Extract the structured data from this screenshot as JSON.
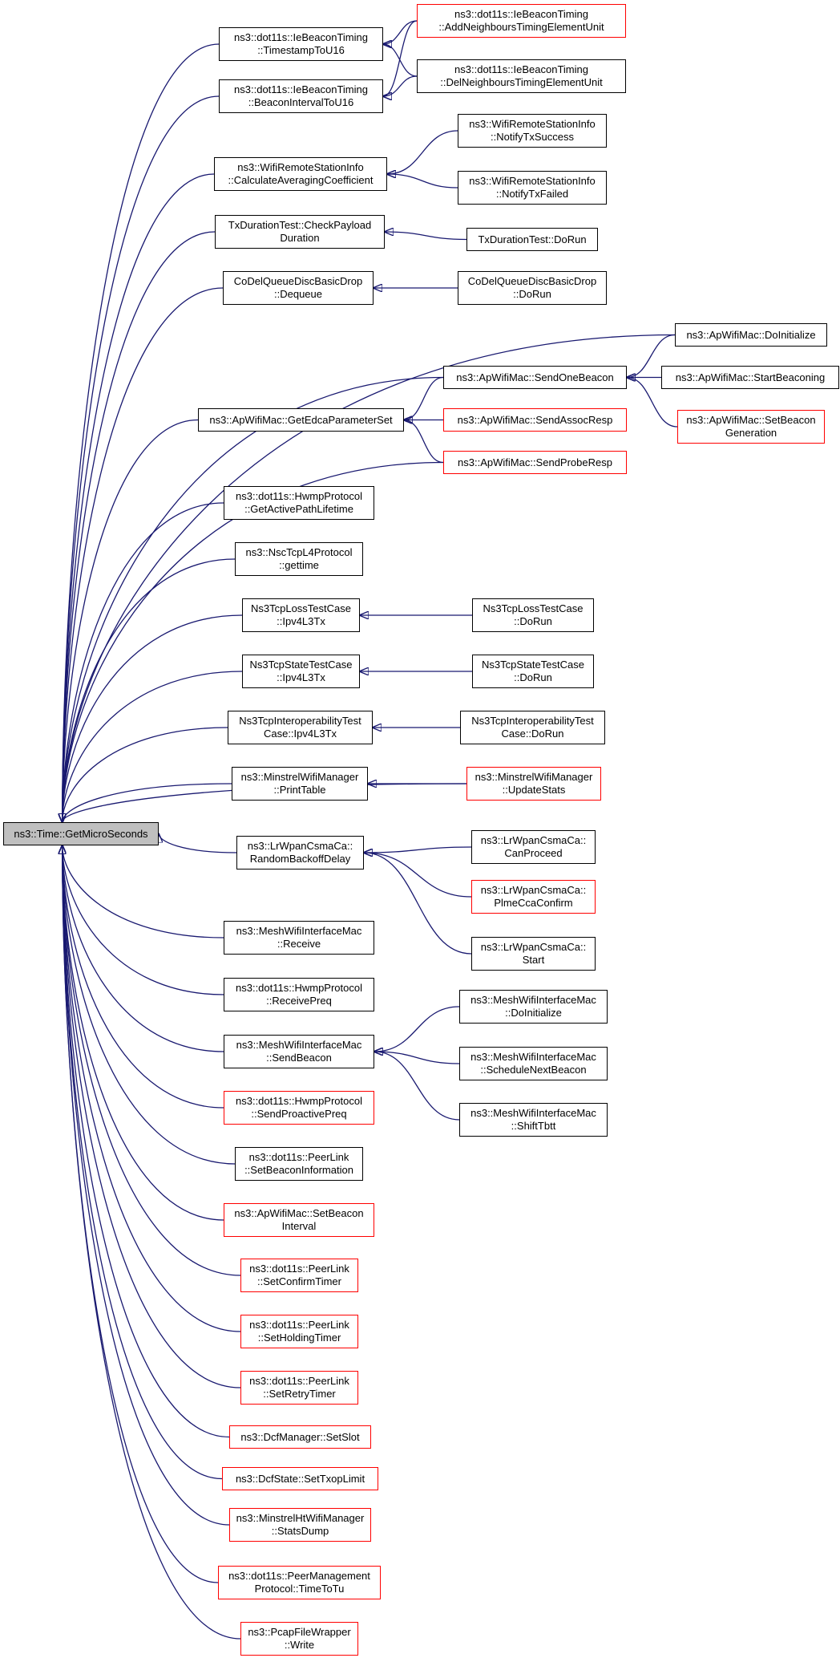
{
  "colors": {
    "edge": "#191970",
    "normal_border": "#000000",
    "truncated_border": "#ff0000",
    "root_fill": "#bfbfbf",
    "background": "#ffffff"
  },
  "nodes": [
    {
      "id": "root",
      "lines": [
        "ns3::Time::GetMicroSeconds"
      ],
      "style": "root"
    },
    {
      "id": "ts16",
      "lines": [
        "ns3::dot11s::IeBeaconTiming",
        "::TimestampToU16"
      ],
      "style": "normal"
    },
    {
      "id": "bi16",
      "lines": [
        "ns3::dot11s::IeBeaconTiming",
        "::BeaconIntervalToU16"
      ],
      "style": "normal"
    },
    {
      "id": "addn",
      "lines": [
        "ns3::dot11s::IeBeaconTiming",
        "::AddNeighboursTimingElementUnit"
      ],
      "style": "red"
    },
    {
      "id": "deln",
      "lines": [
        "ns3::dot11s::IeBeaconTiming",
        "::DelNeighboursTimingElementUnit"
      ],
      "style": "normal"
    },
    {
      "id": "cac",
      "lines": [
        "ns3::WifiRemoteStationInfo",
        "::CalculateAveragingCoefficient"
      ],
      "style": "normal"
    },
    {
      "id": "ntxs",
      "lines": [
        "ns3::WifiRemoteStationInfo",
        "::NotifyTxSuccess"
      ],
      "style": "normal"
    },
    {
      "id": "ntxf",
      "lines": [
        "ns3::WifiRemoteStationInfo",
        "::NotifyTxFailed"
      ],
      "style": "normal"
    },
    {
      "id": "txcp",
      "lines": [
        "TxDurationTest::CheckPayload",
        "Duration"
      ],
      "style": "normal"
    },
    {
      "id": "txrun",
      "lines": [
        "TxDurationTest::DoRun"
      ],
      "style": "normal"
    },
    {
      "id": "cdq",
      "lines": [
        "CoDelQueueDiscBasicDrop",
        "::Dequeue"
      ],
      "style": "normal"
    },
    {
      "id": "cdrun",
      "lines": [
        "CoDelQueueDiscBasicDrop",
        "::DoRun"
      ],
      "style": "normal"
    },
    {
      "id": "apinit",
      "lines": [
        "ns3::ApWifiMac::DoInitialize"
      ],
      "style": "normal"
    },
    {
      "id": "apsob",
      "lines": [
        "ns3::ApWifiMac::SendOneBeacon"
      ],
      "style": "normal"
    },
    {
      "id": "apstart",
      "lines": [
        "ns3::ApWifiMac::StartBeaconing"
      ],
      "style": "normal"
    },
    {
      "id": "apgen",
      "lines": [
        "ns3::ApWifiMac::SetBeacon",
        "Generation"
      ],
      "style": "red"
    },
    {
      "id": "apedca",
      "lines": [
        "ns3::ApWifiMac::GetEdcaParameterSet"
      ],
      "style": "normal"
    },
    {
      "id": "apassoc",
      "lines": [
        "ns3::ApWifiMac::SendAssocResp"
      ],
      "style": "red"
    },
    {
      "id": "approbe",
      "lines": [
        "ns3::ApWifiMac::SendProbeResp"
      ],
      "style": "red"
    },
    {
      "id": "hwlife",
      "lines": [
        "ns3::dot11s::HwmpProtocol",
        "::GetActivePathLifetime"
      ],
      "style": "normal"
    },
    {
      "id": "nsc",
      "lines": [
        "ns3::NscTcpL4Protocol",
        "::gettime"
      ],
      "style": "normal"
    },
    {
      "id": "loss",
      "lines": [
        "Ns3TcpLossTestCase",
        "::Ipv4L3Tx"
      ],
      "style": "normal"
    },
    {
      "id": "lossrun",
      "lines": [
        "Ns3TcpLossTestCase",
        "::DoRun"
      ],
      "style": "normal"
    },
    {
      "id": "state",
      "lines": [
        "Ns3TcpStateTestCase",
        "::Ipv4L3Tx"
      ],
      "style": "normal"
    },
    {
      "id": "staterun",
      "lines": [
        "Ns3TcpStateTestCase",
        "::DoRun"
      ],
      "style": "normal"
    },
    {
      "id": "interop",
      "lines": [
        "Ns3TcpInteroperabilityTest",
        "Case::Ipv4L3Tx"
      ],
      "style": "normal"
    },
    {
      "id": "interoprun",
      "lines": [
        "Ns3TcpInteroperabilityTest",
        "Case::DoRun"
      ],
      "style": "normal"
    },
    {
      "id": "mprint",
      "lines": [
        "ns3::MinstrelWifiManager",
        "::PrintTable"
      ],
      "style": "normal"
    },
    {
      "id": "mupdate",
      "lines": [
        "ns3::MinstrelWifiManager",
        "::UpdateStats"
      ],
      "style": "red"
    },
    {
      "id": "lrrand",
      "lines": [
        "ns3::LrWpanCsmaCa::",
        "RandomBackoffDelay"
      ],
      "style": "normal"
    },
    {
      "id": "lrcan",
      "lines": [
        "ns3::LrWpanCsmaCa::",
        "CanProceed"
      ],
      "style": "normal"
    },
    {
      "id": "lrplme",
      "lines": [
        "ns3::LrWpanCsmaCa::",
        "PlmeCcaConfirm"
      ],
      "style": "red"
    },
    {
      "id": "lrstart",
      "lines": [
        "ns3::LrWpanCsmaCa::",
        "Start"
      ],
      "style": "normal"
    },
    {
      "id": "mwrecv",
      "lines": [
        "ns3::MeshWifiInterfaceMac",
        "::Receive"
      ],
      "style": "normal"
    },
    {
      "id": "hwpreq",
      "lines": [
        "ns3::dot11s::HwmpProtocol",
        "::ReceivePreq"
      ],
      "style": "normal"
    },
    {
      "id": "mwsend",
      "lines": [
        "ns3::MeshWifiInterfaceMac",
        "::SendBeacon"
      ],
      "style": "normal"
    },
    {
      "id": "mwinit",
      "lines": [
        "ns3::MeshWifiInterfaceMac",
        "::DoInitialize"
      ],
      "style": "normal"
    },
    {
      "id": "mwsched",
      "lines": [
        "ns3::MeshWifiInterfaceMac",
        "::ScheduleNextBeacon"
      ],
      "style": "normal"
    },
    {
      "id": "mwshift",
      "lines": [
        "ns3::MeshWifiInterfaceMac",
        "::ShiftTbtt"
      ],
      "style": "normal"
    },
    {
      "id": "hwpro",
      "lines": [
        "ns3::dot11s::HwmpProtocol",
        "::SendProactivePreq"
      ],
      "style": "red"
    },
    {
      "id": "plinfo",
      "lines": [
        "ns3::dot11s::PeerLink",
        "::SetBeaconInformation"
      ],
      "style": "normal"
    },
    {
      "id": "apint",
      "lines": [
        "ns3::ApWifiMac::SetBeacon",
        "Interval"
      ],
      "style": "red"
    },
    {
      "id": "plconf",
      "lines": [
        "ns3::dot11s::PeerLink",
        "::SetConfirmTimer"
      ],
      "style": "red"
    },
    {
      "id": "plhold",
      "lines": [
        "ns3::dot11s::PeerLink",
        "::SetHoldingTimer"
      ],
      "style": "red"
    },
    {
      "id": "plretry",
      "lines": [
        "ns3::dot11s::PeerLink",
        "::SetRetryTimer"
      ],
      "style": "red"
    },
    {
      "id": "dcfslot",
      "lines": [
        "ns3::DcfManager::SetSlot"
      ],
      "style": "red"
    },
    {
      "id": "dcftxop",
      "lines": [
        "ns3::DcfState::SetTxopLimit"
      ],
      "style": "red"
    },
    {
      "id": "mhtdump",
      "lines": [
        "ns3::MinstrelHtWifiManager",
        "::StatsDump"
      ],
      "style": "red"
    },
    {
      "id": "pmtu",
      "lines": [
        "ns3::dot11s::PeerManagement",
        "Protocol::TimeToTu"
      ],
      "style": "red"
    },
    {
      "id": "pcap",
      "lines": [
        "ns3::PcapFileWrapper",
        "::Write"
      ],
      "style": "red"
    }
  ],
  "edges": [
    [
      "ts16",
      "root"
    ],
    [
      "bi16",
      "root"
    ],
    [
      "cac",
      "root"
    ],
    [
      "txcp",
      "root"
    ],
    [
      "cdq",
      "root"
    ],
    [
      "apinit",
      "root"
    ],
    [
      "apsob",
      "root"
    ],
    [
      "apedca",
      "root"
    ],
    [
      "approbe",
      "root"
    ],
    [
      "hwlife",
      "root"
    ],
    [
      "nsc",
      "root"
    ],
    [
      "loss",
      "root"
    ],
    [
      "state",
      "root"
    ],
    [
      "interop",
      "root"
    ],
    [
      "mprint",
      "root"
    ],
    [
      "mupdate",
      "root"
    ],
    [
      "lrrand",
      "root"
    ],
    [
      "mwrecv",
      "root"
    ],
    [
      "hwpreq",
      "root"
    ],
    [
      "mwsend",
      "root"
    ],
    [
      "hwpro",
      "root"
    ],
    [
      "plinfo",
      "root"
    ],
    [
      "apint",
      "root"
    ],
    [
      "plconf",
      "root"
    ],
    [
      "plhold",
      "root"
    ],
    [
      "plretry",
      "root"
    ],
    [
      "dcfslot",
      "root"
    ],
    [
      "dcftxop",
      "root"
    ],
    [
      "mhtdump",
      "root"
    ],
    [
      "pmtu",
      "root"
    ],
    [
      "pcap",
      "root"
    ],
    [
      "addn",
      "ts16"
    ],
    [
      "deln",
      "ts16"
    ],
    [
      "addn",
      "bi16"
    ],
    [
      "deln",
      "bi16"
    ],
    [
      "ntxs",
      "cac"
    ],
    [
      "ntxf",
      "cac"
    ],
    [
      "txrun",
      "txcp"
    ],
    [
      "cdrun",
      "cdq"
    ],
    [
      "apsob",
      "apedca"
    ],
    [
      "apassoc",
      "apedca"
    ],
    [
      "approbe",
      "apedca"
    ],
    [
      "apinit",
      "apsob"
    ],
    [
      "apstart",
      "apsob"
    ],
    [
      "apgen",
      "apsob"
    ],
    [
      "lossrun",
      "loss"
    ],
    [
      "staterun",
      "state"
    ],
    [
      "interoprun",
      "interop"
    ],
    [
      "mupdate",
      "mprint"
    ],
    [
      "lrcan",
      "lrrand"
    ],
    [
      "lrplme",
      "lrrand"
    ],
    [
      "lrstart",
      "lrrand"
    ],
    [
      "mwinit",
      "mwsend"
    ],
    [
      "mwsched",
      "mwsend"
    ],
    [
      "mwshift",
      "mwsend"
    ]
  ]
}
